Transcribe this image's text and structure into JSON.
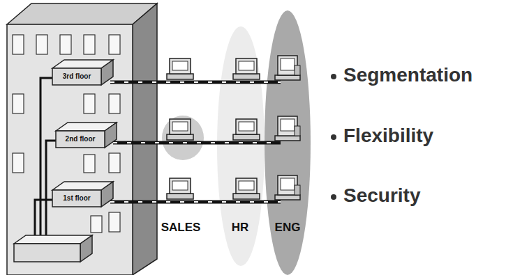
{
  "diagram": {
    "labels": [
      "3rd floor",
      "2nd floor",
      "1st floor",
      "SALES",
      "HR",
      "ENG",
      "Segmentation",
      "Flexibility",
      "Security"
    ]
  }
}
